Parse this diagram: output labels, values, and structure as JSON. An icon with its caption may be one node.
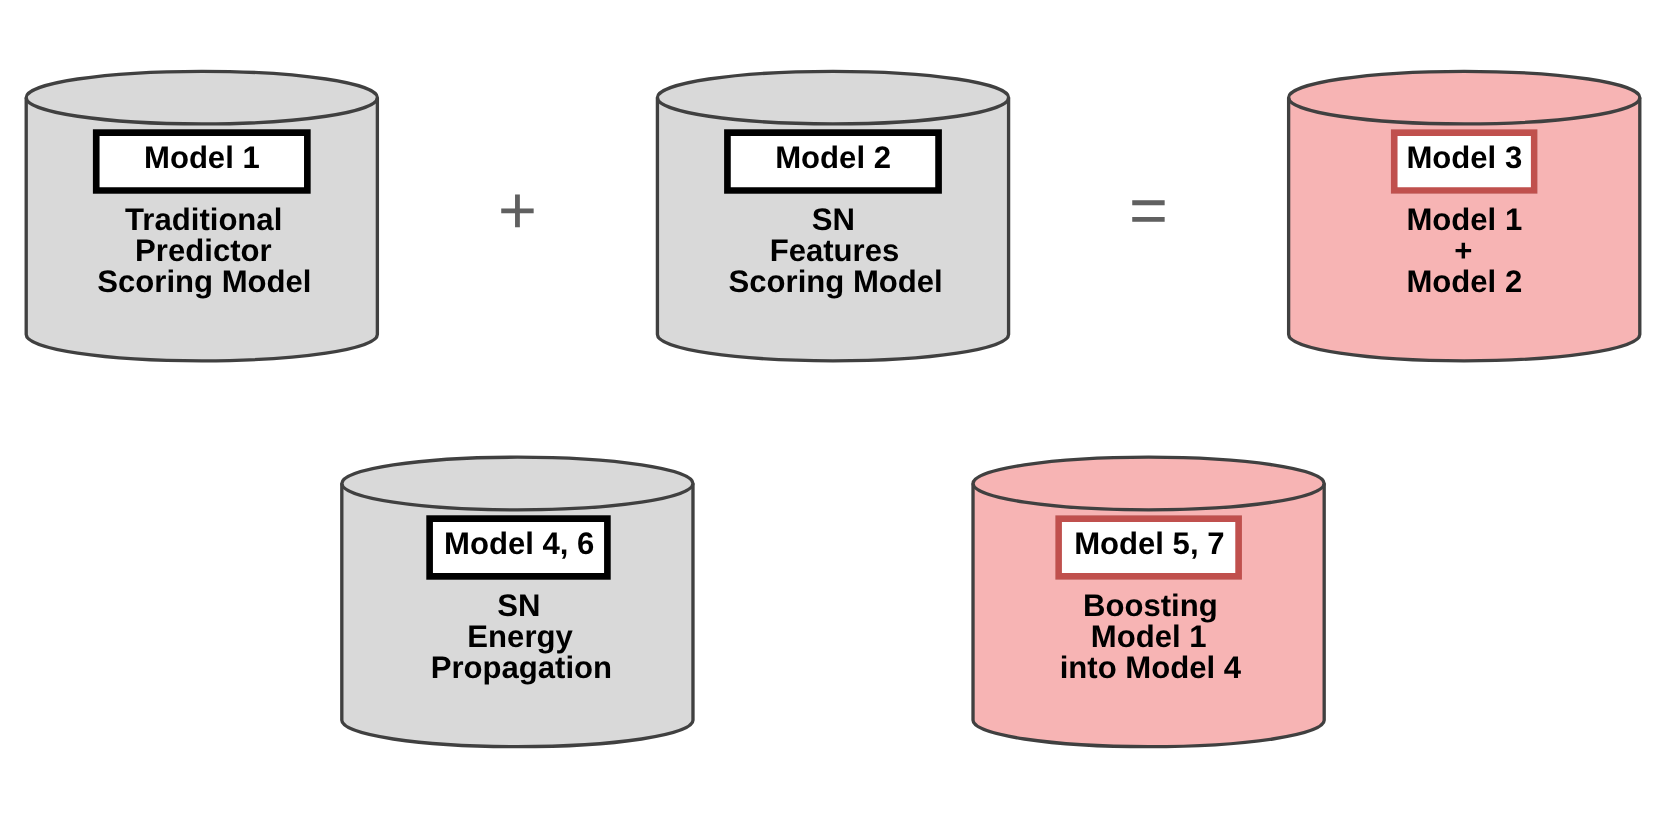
{
  "diagram": {
    "nodes": [
      {
        "text": [
          "Model 1",
          "Traditional Predictor Scoring Model"
        ]
      },
      {
        "text": [
          "Model 2",
          "SN Features Scoring Model"
        ]
      },
      {
        "text": [
          "Model 3",
          "Model 1 + Model 2"
        ]
      },
      {
        "text": [
          "Model 4, 6",
          "SN Energy Propagation"
        ]
      },
      {
        "text": [
          "Model 5, 7",
          "Boosting Model 1 into Model 4"
        ]
      }
    ],
    "labels": [
      "+",
      "="
    ]
  }
}
